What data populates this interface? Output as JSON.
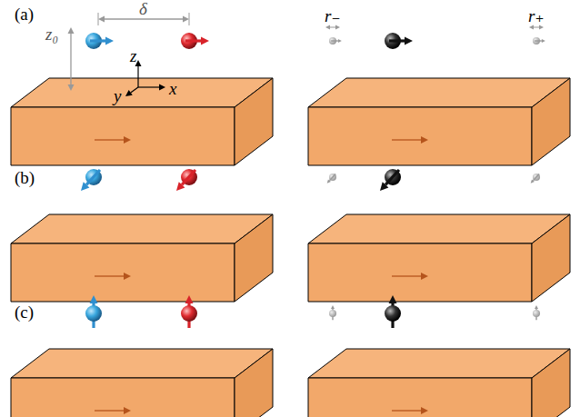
{
  "diagram": {
    "labels": [
      "(a)",
      "δ",
      "z₀",
      "z",
      "y",
      "x",
      "r₋",
      "r₊",
      "(b)",
      "(c)"
    ]
  }
}
